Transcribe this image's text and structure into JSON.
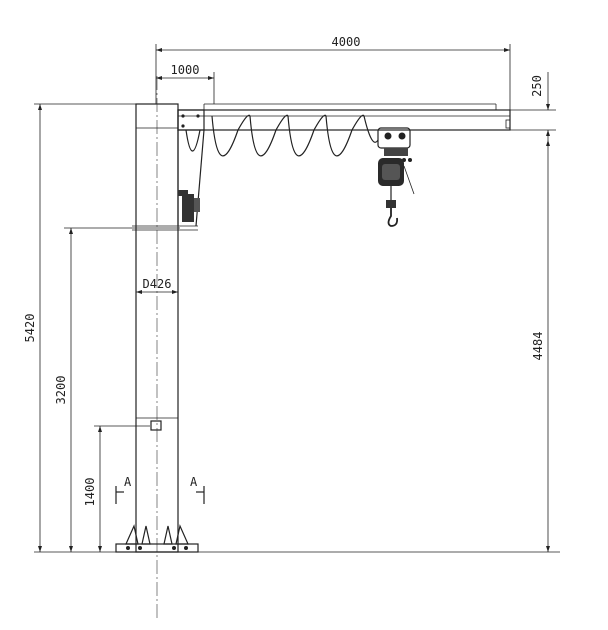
{
  "drawing": {
    "dimensions": {
      "span": "4000",
      "boom_offset": "1000",
      "boom_height": "250",
      "total_height": "5420",
      "under_boom_height": "4484",
      "column_diameter": "D426",
      "ground_to_joint": "3200",
      "door_height": "1400"
    },
    "section_marks": {
      "left": "A",
      "right": "A"
    }
  }
}
